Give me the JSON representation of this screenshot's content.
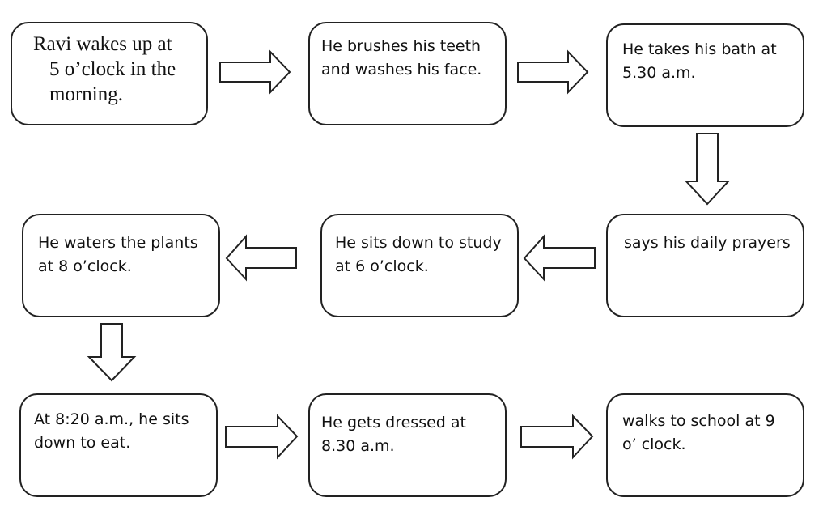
{
  "steps": [
    {
      "lines": [
        "Ravi wakes up at",
        "5 o’clock in the",
        "morning."
      ]
    },
    {
      "lines": [
        "He brushes his teeth",
        "and washes his face."
      ]
    },
    {
      "lines": [
        "He takes his bath at",
        "5.30 a.m."
      ]
    },
    {
      "lines": [
        "says his daily prayers"
      ]
    },
    {
      "lines": [
        "He sits down to study",
        "at 6 o’clock."
      ]
    },
    {
      "lines": [
        "He waters the plants",
        "at 8 o’clock."
      ]
    },
    {
      "lines": [
        "At 8:20 a.m., he sits",
        "down to eat."
      ]
    },
    {
      "lines": [
        "He gets dressed at",
        "8.30 a.m."
      ]
    },
    {
      "lines": [
        "walks to school at 9",
        "o’ clock."
      ]
    }
  ],
  "arrows": [
    {
      "from": 1,
      "to": 2,
      "direction": "right"
    },
    {
      "from": 2,
      "to": 3,
      "direction": "right"
    },
    {
      "from": 3,
      "to": 4,
      "direction": "down"
    },
    {
      "from": 4,
      "to": 5,
      "direction": "left"
    },
    {
      "from": 5,
      "to": 6,
      "direction": "left"
    },
    {
      "from": 6,
      "to": 7,
      "direction": "down"
    },
    {
      "from": 7,
      "to": 8,
      "direction": "right"
    },
    {
      "from": 8,
      "to": 9,
      "direction": "right"
    }
  ]
}
